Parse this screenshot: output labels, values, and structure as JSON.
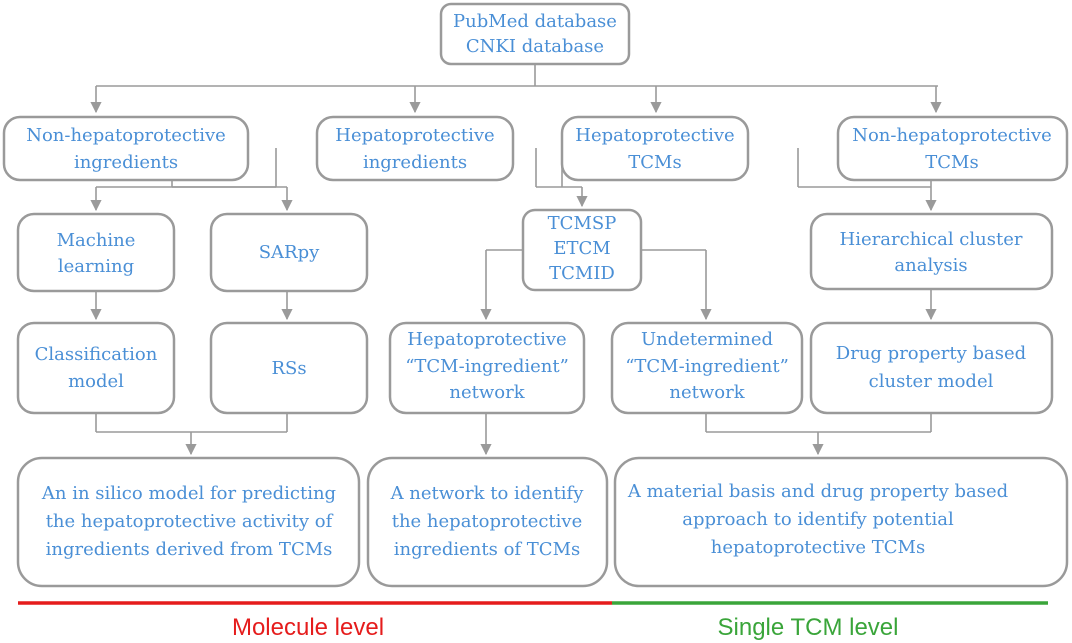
{
  "colors": {
    "box_stroke": "#9a9a9a",
    "text": "#4a8fd6",
    "connector": "#9a9a9a",
    "molecule": "#e51c1c",
    "single_tcm": "#3aa53a"
  },
  "nodes": {
    "source": [
      "PubMed database",
      "CNKI database"
    ],
    "non_hp_ingredients": [
      "Non-hepatoprotective",
      "ingredients"
    ],
    "hp_ingredients": [
      "Hepatoprotective",
      "ingredients"
    ],
    "hp_tcms": [
      "Hepatoprotective",
      "TCMs"
    ],
    "non_hp_tcms": [
      "Non-hepatoprotective",
      "TCMs"
    ],
    "machine_learning": [
      "Machine",
      "learning"
    ],
    "sarpy": [
      "SARpy"
    ],
    "databases": [
      "TCMSP",
      "ETCM",
      "TCMID"
    ],
    "hier_cluster": [
      "Hierarchical cluster",
      "analysis"
    ],
    "classification": [
      "Classification",
      "model"
    ],
    "rss": [
      "RSs"
    ],
    "hp_network": [
      "Hepatoprotective",
      "“TCM-ingredient”",
      "network"
    ],
    "undet_network": [
      "Undetermined",
      "“TCM-ingredient”",
      "network"
    ],
    "drug_property": [
      "Drug property based",
      "cluster model"
    ],
    "in_silico": [
      "An in silico model for predicting",
      "the hepatoprotective activity of",
      "ingredients derived from TCMs"
    ],
    "network_identify": [
      "A network to identify",
      "the hepatoprotective",
      "ingredients of TCMs"
    ],
    "material_basis": [
      "A material basis and drug property based",
      "approach to identify potential",
      "hepatoprotective TCMs"
    ]
  },
  "levels": {
    "molecule": "Molecule level",
    "single_tcm": "Single TCM level"
  }
}
